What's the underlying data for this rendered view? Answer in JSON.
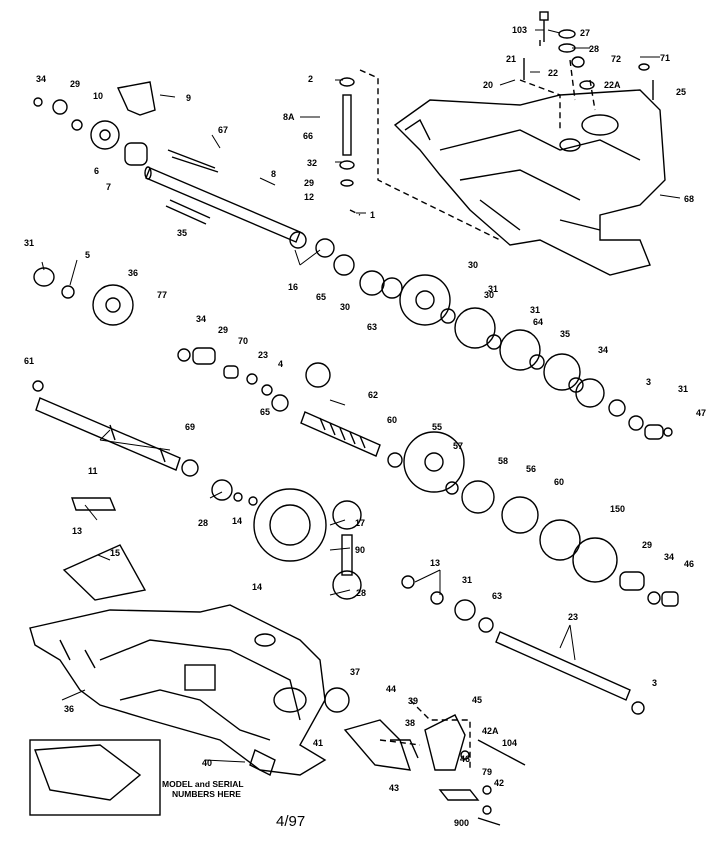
{
  "footer": {
    "date_code": "4/97"
  },
  "inset": {
    "label_line1": "MODEL and SERIAL",
    "label_line2": "NUMBERS HERE"
  },
  "callouts": [
    "103",
    "27",
    "28",
    "21",
    "72",
    "71",
    "22",
    "22A",
    "20",
    "25",
    "2",
    "8A",
    "66",
    "32",
    "29",
    "12",
    "1",
    "68",
    "34",
    "29",
    "10",
    "9",
    "7",
    "6",
    "67",
    "8",
    "35",
    "31",
    "5",
    "36",
    "77",
    "16",
    "65",
    "63",
    "30",
    "31",
    "30",
    "30",
    "31",
    "35",
    "34",
    "29",
    "70",
    "23",
    "4",
    "61",
    "62",
    "64",
    "65",
    "34",
    "3",
    "31",
    "47",
    "69",
    "11",
    "60",
    "55",
    "57",
    "58",
    "56",
    "60",
    "150",
    "13",
    "28",
    "14",
    "17",
    "90",
    "15",
    "14",
    "28",
    "13",
    "31",
    "63",
    "29",
    "34",
    "46",
    "23",
    "3",
    "36",
    "37",
    "44",
    "39",
    "38",
    "41",
    "45",
    "42A",
    "104",
    "40",
    "46",
    "79",
    "43",
    "42",
    "900"
  ]
}
